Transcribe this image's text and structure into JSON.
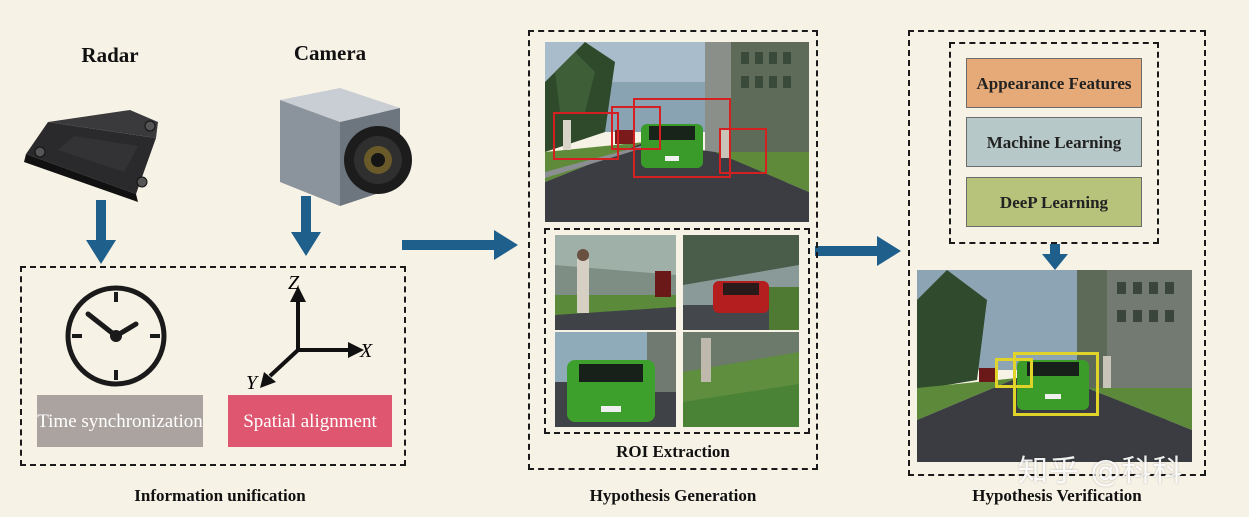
{
  "sensors": {
    "radar_title": "Radar",
    "camera_title": "Camera"
  },
  "unification": {
    "time_label": "Time synchronization",
    "spatial_label": "Spatial alignment",
    "axes": {
      "z": "Z",
      "x": "X",
      "y": "Y"
    },
    "caption": "Information unification"
  },
  "generation": {
    "roi_label": "ROI Extraction",
    "caption": "Hypothesis Generation"
  },
  "verification": {
    "features": [
      {
        "label": "Appearance Features",
        "color": "#e5aa78"
      },
      {
        "label": "Machine Learning",
        "color": "#b6c8c7"
      },
      {
        "label": "DeeP Learning",
        "color": "#b7c27a"
      }
    ],
    "caption": "Hypothesis Verification"
  },
  "watermark": "知乎 @科科",
  "colors": {
    "arrow": "#1f5f8b",
    "time_box": "#aba3a0",
    "spatial_box": "#df5670",
    "roi_box": "#d42020",
    "verify_box": "#e0d42a"
  },
  "icons": [
    "radar-sensor-icon",
    "camera-icon",
    "clock-icon",
    "xyz-axes-icon",
    "down-arrow-icon",
    "right-arrow-icon"
  ]
}
